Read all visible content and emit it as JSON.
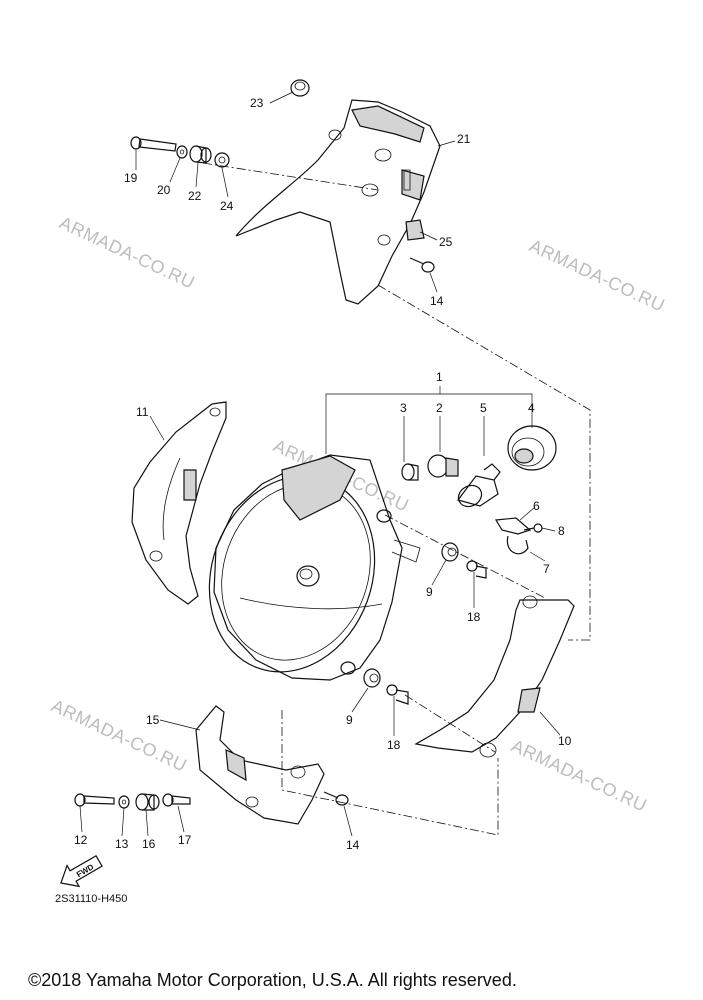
{
  "watermark": "ARMADA-CO.RU",
  "diagram_code": "2S31110-H450",
  "fwd_label": "FWD",
  "copyright": "©2018 Yamaha Motor Corporation, U.S.A. All rights reserved.",
  "callouts": [
    "23",
    "21",
    "19",
    "20",
    "22",
    "24",
    "25",
    "14",
    "1",
    "3",
    "2",
    "5",
    "4",
    "11",
    "6",
    "8",
    "7",
    "9",
    "18",
    "10",
    "15",
    "9",
    "18",
    "12",
    "13",
    "16",
    "17",
    "14"
  ]
}
